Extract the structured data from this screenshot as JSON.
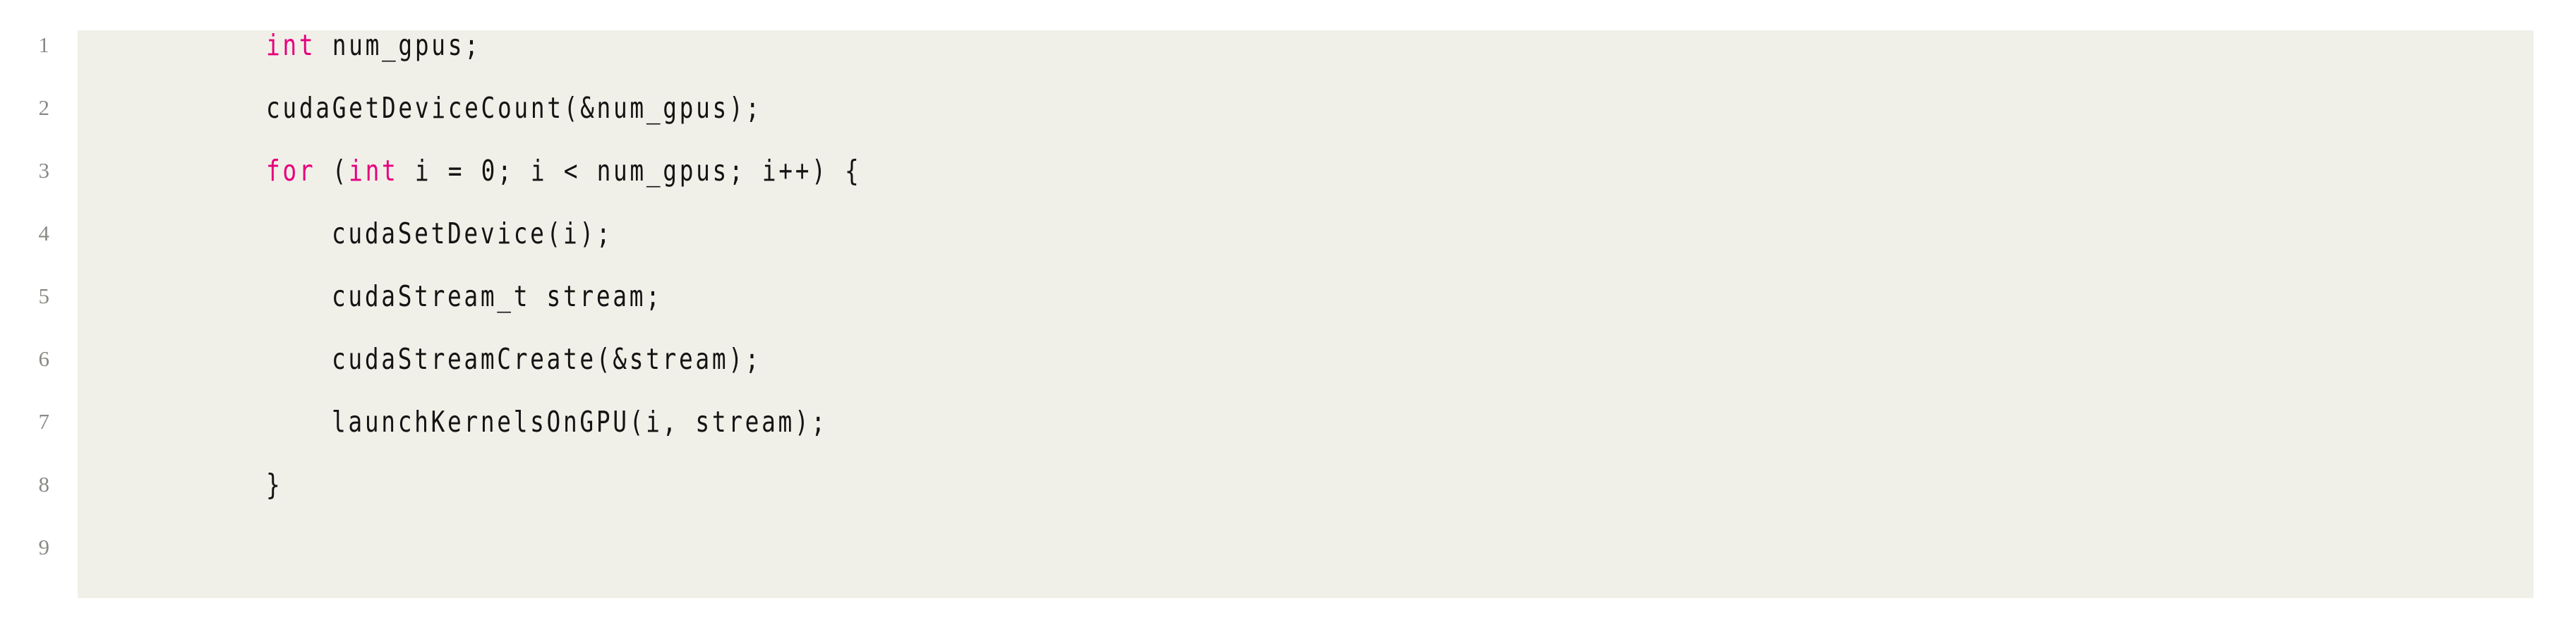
{
  "listing": {
    "language": "CUDA C++",
    "background_color": "#f1f0e8",
    "page_background_color": "#ffffff",
    "keyword_color": "#e6007e",
    "text_color": "#141414",
    "line_number_color": "#8a8a85",
    "line_numbers": [
      "1",
      "2",
      "3",
      "4",
      "5",
      "6",
      "7",
      "8",
      "9"
    ],
    "lines": [
      {
        "number": "1",
        "indent": 4,
        "text": "int num_gpus;",
        "tokens": [
          {
            "t": "int",
            "kind": "keyword"
          },
          {
            "t": " num_gpus;",
            "kind": "plain"
          }
        ]
      },
      {
        "number": "2",
        "indent": 4,
        "text": "cudaGetDeviceCount(&num_gpus);",
        "tokens": [
          {
            "t": "cudaGetDeviceCount(&num_gpus);",
            "kind": "plain"
          }
        ]
      },
      {
        "number": "3",
        "indent": 4,
        "text": "for (int i = 0; i < num_gpus; i++) {",
        "tokens": [
          {
            "t": "for",
            "kind": "keyword"
          },
          {
            "t": " (",
            "kind": "plain"
          },
          {
            "t": "int",
            "kind": "keyword"
          },
          {
            "t": " i = 0; i < num_gpus; i++) {",
            "kind": "plain"
          }
        ]
      },
      {
        "number": "4",
        "indent": 8,
        "text": "cudaSetDevice(i);",
        "tokens": [
          {
            "t": "cudaSetDevice(i);",
            "kind": "plain"
          }
        ]
      },
      {
        "number": "5",
        "indent": 8,
        "text": "cudaStream_t stream;",
        "tokens": [
          {
            "t": "cudaStream_t stream;",
            "kind": "plain"
          }
        ]
      },
      {
        "number": "6",
        "indent": 8,
        "text": "cudaStreamCreate(&stream);",
        "tokens": [
          {
            "t": "cudaStreamCreate(&stream);",
            "kind": "plain"
          }
        ]
      },
      {
        "number": "7",
        "indent": 8,
        "text": "launchKernelsOnGPU(i, stream);",
        "tokens": [
          {
            "t": "launchKernelsOnGPU(i, stream);",
            "kind": "plain"
          }
        ]
      },
      {
        "number": "8",
        "indent": 4,
        "text": "}",
        "tokens": [
          {
            "t": "}",
            "kind": "plain"
          }
        ]
      },
      {
        "number": "9",
        "indent": 0,
        "text": "",
        "tokens": []
      }
    ]
  }
}
